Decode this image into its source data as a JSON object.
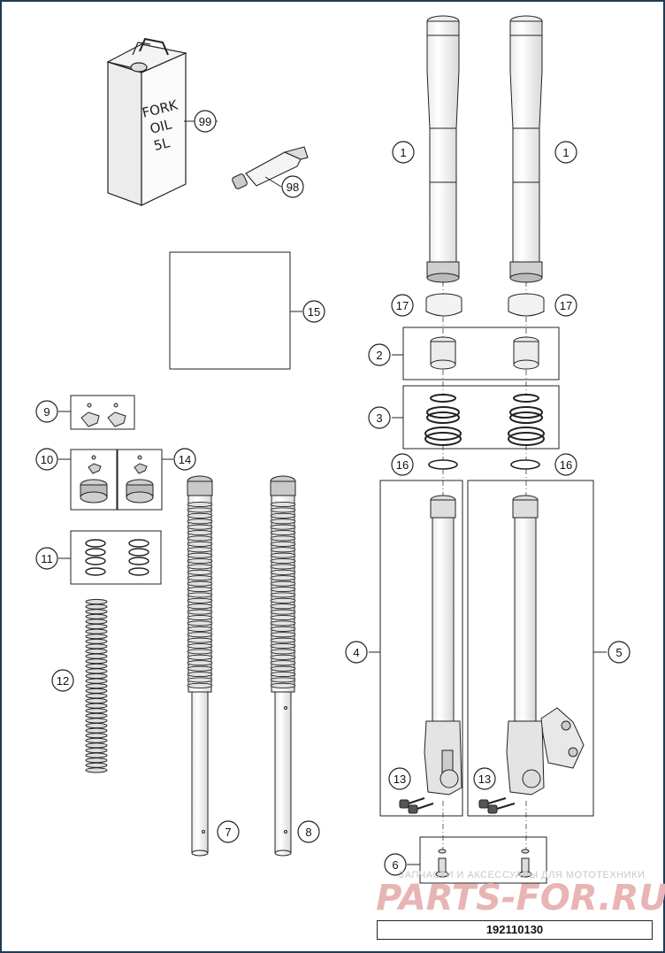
{
  "can": {
    "line1": "FORK",
    "line2": "OIL",
    "line3": "5L"
  },
  "callouts": {
    "c1a": "1",
    "c1b": "1",
    "c2": "2",
    "c3": "3",
    "c4": "4",
    "c5": "5",
    "c6": "6",
    "c7": "7",
    "c8": "8",
    "c9": "9",
    "c10": "10",
    "c11": "11",
    "c12": "12",
    "c13a": "13",
    "c13b": "13",
    "c14": "14",
    "c15": "15",
    "c16a": "16",
    "c16b": "16",
    "c17a": "17",
    "c17b": "17",
    "c98": "98",
    "c99": "99"
  },
  "watermark": {
    "small": "ЗАПЧАСТИ И АКСЕССУАРЫ ДЛЯ МОТОТЕХНИКИ",
    "big": "PARTS-FOR.RU"
  },
  "document_number": "192110130",
  "colors": {
    "line": "#222222",
    "watermark_red": "#e8b4b4",
    "frame": "#1f3b57"
  }
}
